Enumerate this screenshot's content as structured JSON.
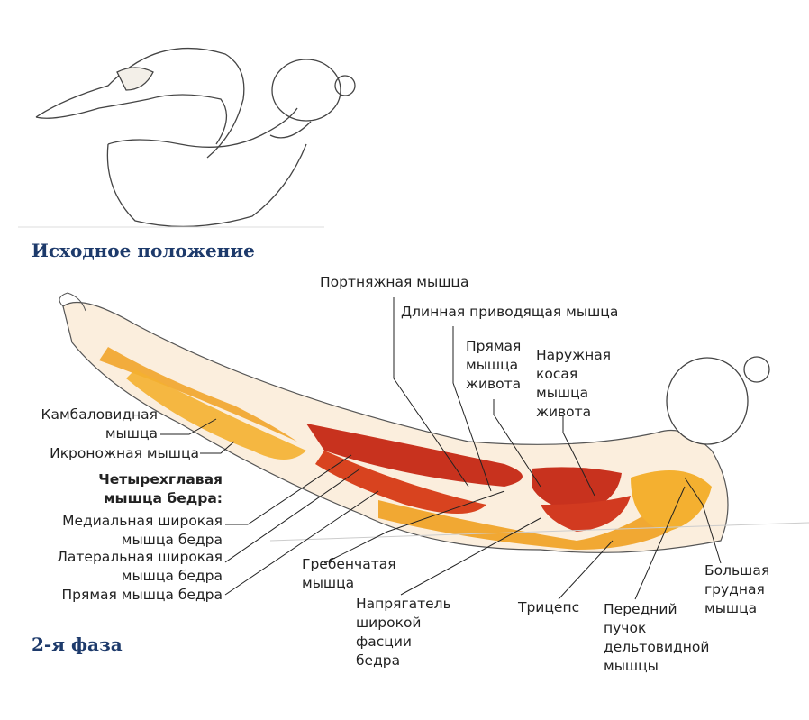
{
  "titles": {
    "start_position": "Исходное положение",
    "phase2": "2-я фаза"
  },
  "labels": {
    "sartorius": "Портняжная мышца",
    "adductor_longus": "Длинная приводящая мышца",
    "rectus_abdominis": [
      "Прямая",
      "мышца",
      "живота"
    ],
    "external_oblique": [
      "Наружная",
      "косая",
      "мышца",
      "живота"
    ],
    "soleus": [
      "Камбаловидная",
      "мышца"
    ],
    "gastrocnemius": "Икроножная мышца",
    "quadriceps": [
      "Четырехглавая",
      "мышца бедра:"
    ],
    "vastus_medialis": [
      "Медиальная широкая",
      "мышца бедра"
    ],
    "vastus_lateralis": [
      "Латеральная широкая",
      "мышца бедра"
    ],
    "rectus_femoris": "Прямая мышца бедра",
    "pectineus": [
      "Гребенчатая",
      "мышца"
    ],
    "tfl": [
      "Напрягатель",
      "широкой",
      "фасции",
      "бедра"
    ],
    "triceps": "Трицепс",
    "anterior_deltoid": [
      "Передний",
      "пучок",
      "дельтовидной",
      "мышцы"
    ],
    "pectoralis_major": [
      "Большая",
      "грудная",
      "мышца"
    ]
  },
  "colors": {
    "title": "#1d3a6b",
    "muscle_red": "#c8321e",
    "muscle_orange": "#f0a020"
  }
}
